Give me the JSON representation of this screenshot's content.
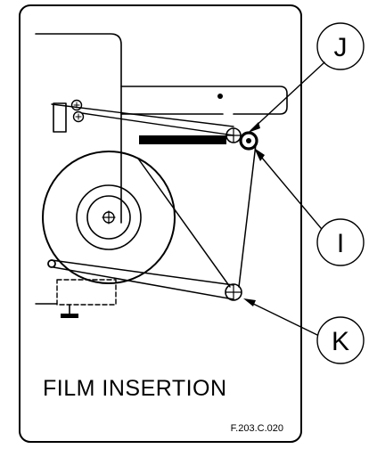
{
  "title": "FILM INSERTION",
  "figure_code": "F.203.C.020",
  "callouts": [
    {
      "letter": "J"
    },
    {
      "letter": "I"
    },
    {
      "letter": "K"
    }
  ]
}
